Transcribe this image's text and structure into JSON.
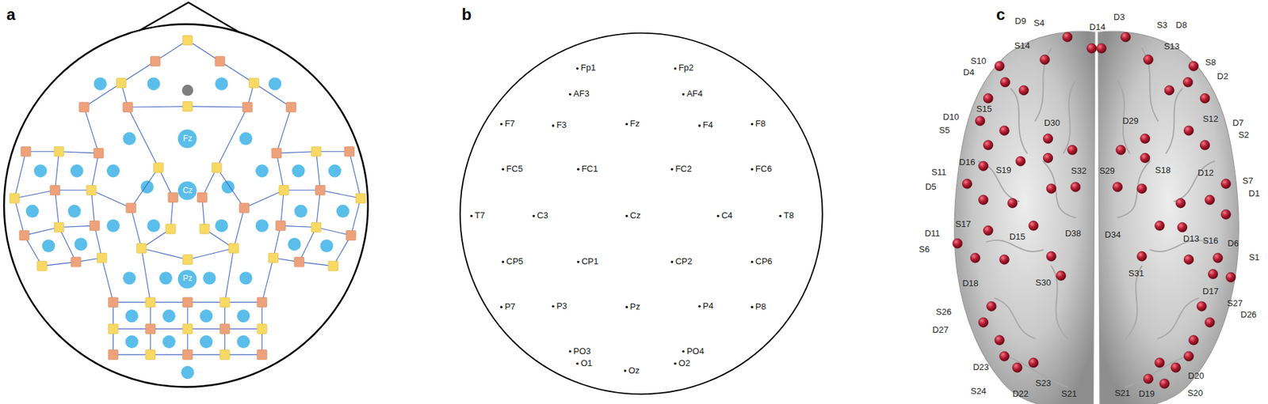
{
  "diagram": {
    "nodes": [
      {
        "text": [
          "Fz"
        ]
      },
      {
        "text": [
          "Cz"
        ]
      },
      {
        "text": [
          "Pz"
        ]
      }
    ],
    "labels": [
      "a",
      "b",
      "c",
      "Fp1",
      "Fp2",
      "AF3",
      "AF4",
      "F7",
      "F3",
      "Fz",
      "F4",
      "F8",
      "FC5",
      "FC1",
      "FC2",
      "FC6",
      "T7",
      "C3",
      "Cz",
      "C4",
      "T8",
      "CP5",
      "CP1",
      "CP2",
      "CP6",
      "P7",
      "P3",
      "Pz",
      "P4",
      "P8",
      "PO3",
      "PO4",
      "O1",
      "Oz",
      "O2",
      "D9",
      "S4",
      "D14",
      "D3",
      "S3",
      "D8",
      "S14",
      "S13",
      "S10",
      "D4",
      "S8",
      "D2",
      "S15",
      "D10",
      "S5",
      "D30",
      "D29",
      "S12",
      "D7",
      "S2",
      "D16",
      "S11",
      "D5",
      "S19",
      "S32",
      "S29",
      "S18",
      "D12",
      "S7",
      "D1",
      "S17",
      "D11",
      "S6",
      "D15",
      "D38",
      "D34",
      "D13",
      "S16",
      "D6",
      "S1",
      "D18",
      "S30",
      "S31",
      "D17",
      "S27",
      "D26",
      "S26",
      "D27",
      "D23",
      "D20",
      "S24",
      "S23",
      "D22",
      "S21",
      "S21",
      "D19",
      "S20"
    ]
  }
}
